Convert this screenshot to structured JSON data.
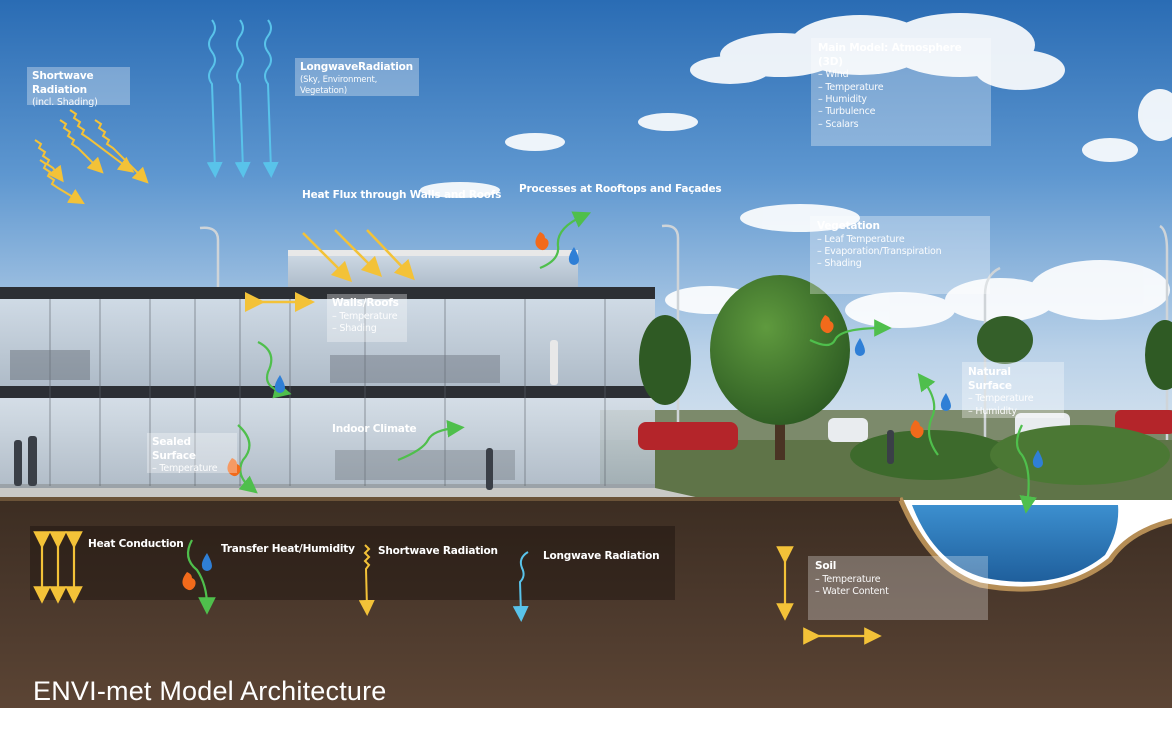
{
  "labels": {
    "shortwave": {
      "title": "Shortwave Radiation",
      "items": [
        "(incl. Shading)"
      ]
    },
    "longwave": {
      "title": "LongwaveRadiation",
      "items": [
        "(Sky, Environment, Vegetation)"
      ]
    },
    "atmosphere": {
      "title": "Main Model: Atmosphere (3D)",
      "items": [
        "– Wind",
        "– Temperature",
        "– Humidity",
        "– Turbulence",
        "– Scalars"
      ]
    },
    "heatflux": {
      "title": "Heat Flux through Walls and Roofs"
    },
    "rooftops": {
      "title": "Processes at Rooftops and Façades"
    },
    "vegetation": {
      "title": "Vegetation",
      "items": [
        "– Leaf Temperature",
        "– Evaporation/Transpiration",
        "– Shading"
      ]
    },
    "walls": {
      "title": "Walls/Roofs",
      "items": [
        "– Temperature",
        "– Shading"
      ]
    },
    "natural": {
      "title": "Natural Surface",
      "items": [
        "– Temperature",
        "– Humidity"
      ]
    },
    "sealed": {
      "title": "Sealed Surface",
      "items": [
        "– Temperature"
      ]
    },
    "indoor": {
      "title": "Indoor Climate"
    },
    "soil": {
      "title": "Soil",
      "items": [
        "– Temperature",
        "– Water Content"
      ]
    }
  },
  "legend": {
    "heat_conduction": "Heat Conduction",
    "transfer": "Transfer Heat/Humidity",
    "shortwave": "Shortwave Radiation",
    "longwave": "Longwave Radiation"
  },
  "footer_title": "ENVI-met Model Architecture",
  "colors": {
    "sky_top": "#2a6fb8",
    "sky_bottom": "#e6eef5",
    "soil": "#4a382c",
    "water": "#2f7fc0",
    "shortwave_arrow": "#f3c238",
    "longwave_arrow": "#59c3ea",
    "transfer_arrow": "#4fbf4c",
    "flame": "#f26a1b",
    "drop": "#2f7fd6"
  },
  "icons": [
    "flame-icon",
    "water-drop-icon",
    "wavy-arrow-icon",
    "double-arrow-icon"
  ]
}
